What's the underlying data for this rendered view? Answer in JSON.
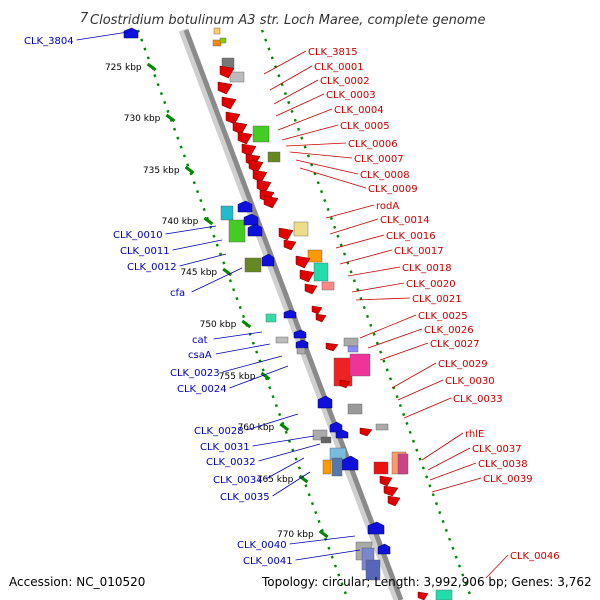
{
  "title": "Clostridium botulinum A3 str. Loch Maree, complete genome",
  "title_prefix": "7",
  "footer": {
    "accession": "Accession: NC_010520",
    "summary": "Topology: circular; Length: 3,992,906 bp; Genes: 3,762"
  },
  "colors": {
    "reverse_label": "#0000bb",
    "forward_label": "#cc0000",
    "backbone": "#8a8a8a",
    "tick_dots": "#008800"
  },
  "kbp_ticks": [
    "725 kbp",
    "730 kbp",
    "735 kbp",
    "740 kbp",
    "745 kbp",
    "750 kbp",
    "755 kbp",
    "760 kbp",
    "765 kbp",
    "770 kbp"
  ],
  "reverse_genes": [
    "CLK_3804",
    "CLK_0010",
    "CLK_0011",
    "CLK_0012",
    "cfa",
    "cat",
    "csaA",
    "CLK_0023",
    "CLK_0024",
    "CLK_0028",
    "CLK_0031",
    "CLK_0032",
    "CLK_0034",
    "CLK_0035",
    "CLK_0040",
    "CLK_0041"
  ],
  "forward_genes": [
    "CLK_3815",
    "CLK_0001",
    "CLK_0002",
    "CLK_0003",
    "CLK_0004",
    "CLK_0005",
    "CLK_0006",
    "CLK_0007",
    "CLK_0008",
    "CLK_0009",
    "rodA",
    "CLK_0014",
    "CLK_0016",
    "CLK_0017",
    "CLK_0018",
    "CLK_0020",
    "CLK_0021",
    "CLK_0025",
    "CLK_0026",
    "CLK_0027",
    "CLK_0029",
    "CLK_0030",
    "CLK_0033",
    "rhlE",
    "CLK_0037",
    "CLK_0038",
    "CLK_0039",
    "CLK_0046"
  ]
}
